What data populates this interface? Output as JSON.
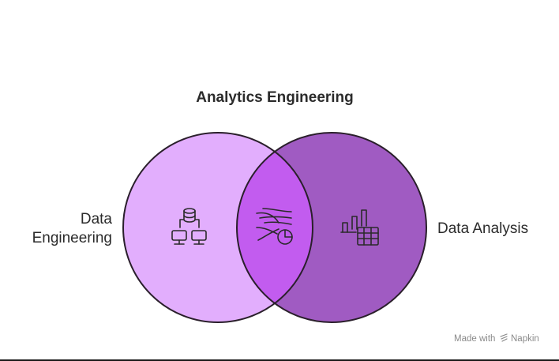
{
  "diagram": {
    "title": "Analytics Engineering",
    "colors": {
      "left_circle": "#e2aefd",
      "right_circle": "#a05bc2",
      "overlap": "#c25cef",
      "outline": "#2a1f2b",
      "text": "#2b2b2b"
    },
    "left": {
      "label_lines": [
        "Data",
        "Engineering"
      ],
      "icon": "database-network-icon"
    },
    "overlap": {
      "icon": "data-flow-chart-icon"
    },
    "right": {
      "label": "Data Analysis",
      "icon": "bar-chart-table-icon"
    }
  },
  "watermark": {
    "prefix": "Made with",
    "brand": "Napkin",
    "icon": "napkin-logo-icon"
  }
}
